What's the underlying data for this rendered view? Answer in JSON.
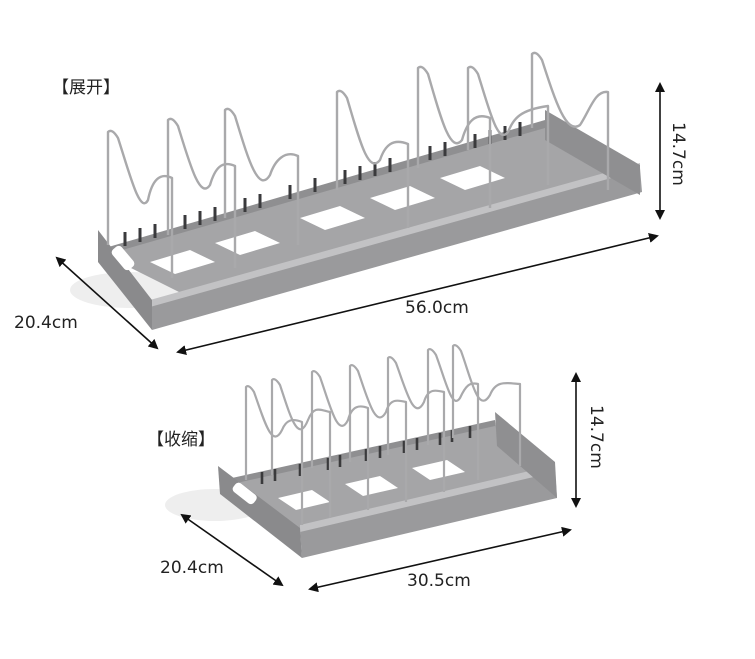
{
  "expanded": {
    "title": "【展开】",
    "width_label": "56.0cm",
    "depth_label": "20.4cm",
    "height_label": "14.7cm"
  },
  "collapsed": {
    "title": "【收缩】",
    "width_label": "30.5cm",
    "depth_label": "20.4cm",
    "height_label": "14.7cm"
  },
  "colors": {
    "base_gray": "#9a9a9c",
    "base_dark": "#7e7e80",
    "base_light": "#b4b4b6",
    "wire": "#a9a9ab",
    "arrow": "#111111"
  }
}
